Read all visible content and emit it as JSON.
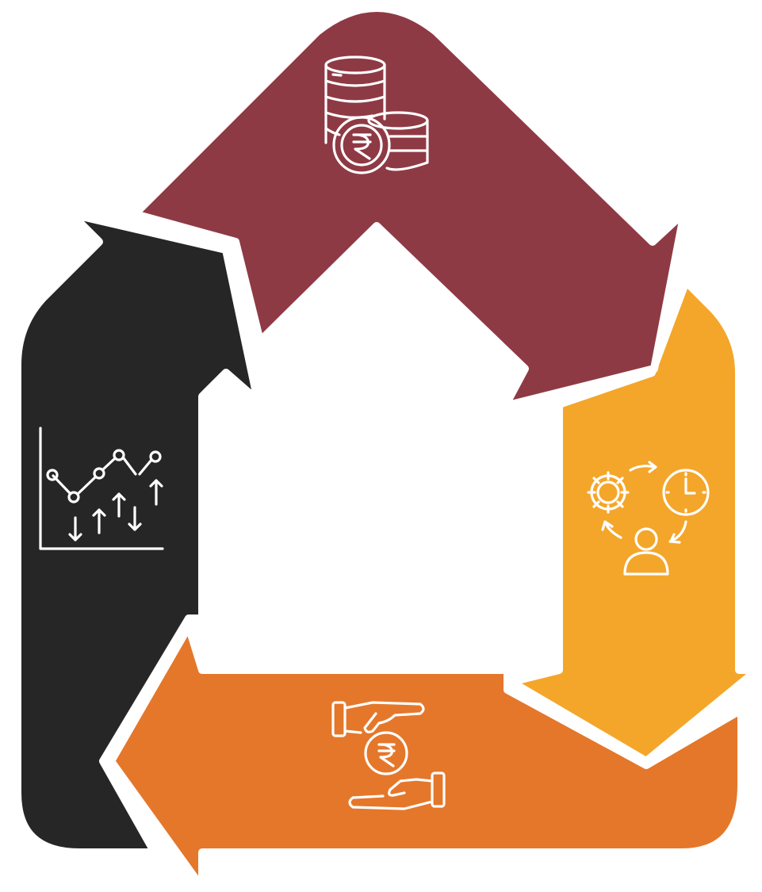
{
  "diagram": {
    "type": "circular-cycle",
    "shape": "house-outline",
    "segments": [
      {
        "id": "top",
        "color": "#8E3A45",
        "icon": "rupee-coins-stack-icon"
      },
      {
        "id": "right",
        "color": "#F4A62A",
        "icon": "gears-clock-person-cycle-icon"
      },
      {
        "id": "bottom",
        "color": "#E5772A",
        "icon": "hands-exchanging-rupee-icon"
      },
      {
        "id": "left",
        "color": "#262626",
        "icon": "line-chart-arrows-icon"
      }
    ],
    "background": "#ffffff",
    "icon_color": "#ffffff"
  }
}
